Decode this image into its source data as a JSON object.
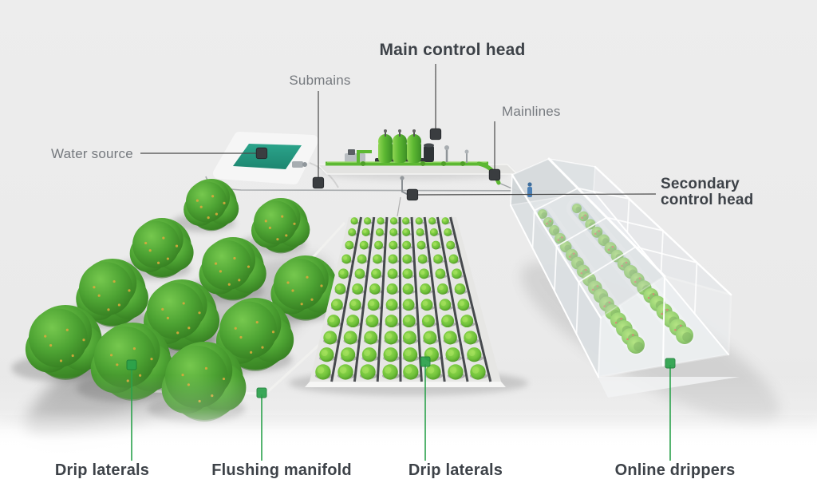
{
  "labels": {
    "water_source": "Water source",
    "submains": "Submains",
    "main_control_head": "Main control head",
    "mainlines": "Mainlines",
    "secondary_control_head_line1": "Secondary",
    "secondary_control_head_line2": "control head",
    "drip_laterals_left": "Drip laterals",
    "flushing_manifold": "Flushing manifold",
    "drip_laterals_center": "Drip laterals",
    "online_drippers": "Online drippers"
  },
  "colors": {
    "background_top": "#ededed",
    "background_bottom": "#ffffff",
    "label_dark": "#3d4248",
    "label_gray": "#75797e",
    "leader_line_dark": "#4a4a4a",
    "leader_line_green": "#2ba24c",
    "marker_dark": "#3a3d40",
    "marker_green": "#2ba24c",
    "pond_teal": "#26997f",
    "pipe_green": "#5cb832",
    "tree_green": "#4da333",
    "crop_green": "#6fc13a",
    "drip_lateral_dark": "#46494d"
  }
}
